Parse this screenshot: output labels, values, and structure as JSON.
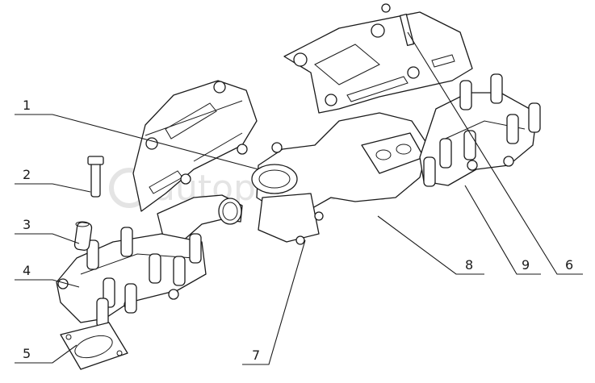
{
  "diagram": {
    "callouts": [
      {
        "id": "1",
        "label": "1"
      },
      {
        "id": "2",
        "label": "2"
      },
      {
        "id": "3",
        "label": "3"
      },
      {
        "id": "4",
        "label": "4"
      },
      {
        "id": "5",
        "label": "5"
      },
      {
        "id": "6",
        "label": "6"
      },
      {
        "id": "7",
        "label": "7"
      },
      {
        "id": "8",
        "label": "8"
      },
      {
        "id": "9",
        "label": "9"
      }
    ],
    "watermark": "autoparter.ru"
  },
  "colors": {
    "line": "#1a1a1a",
    "background": "#ffffff",
    "watermark": "#e4e4e4"
  }
}
